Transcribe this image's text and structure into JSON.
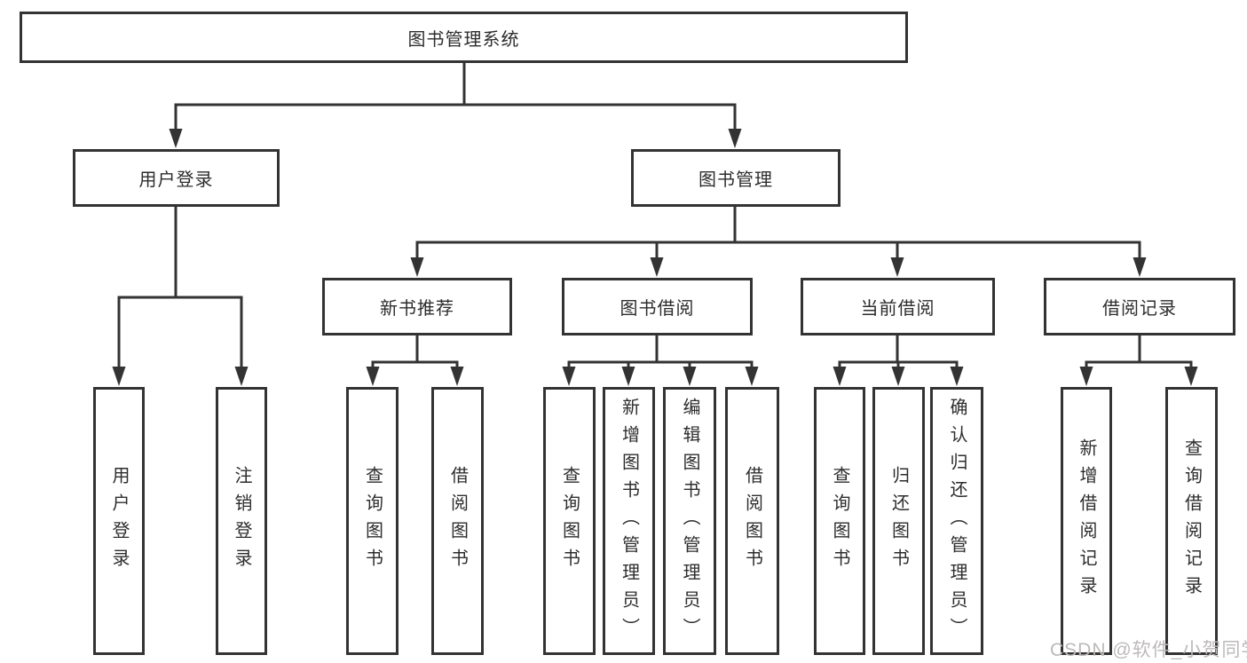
{
  "tree": {
    "label": "图书管理系统",
    "children": [
      {
        "label": "用户登录",
        "children": [
          {
            "label": "用户登录"
          },
          {
            "label": "注销登录"
          }
        ]
      },
      {
        "label": "图书管理",
        "children": [
          {
            "label": "新书推荐",
            "children": [
              {
                "label": "查询图书"
              },
              {
                "label": "借阅图书"
              }
            ]
          },
          {
            "label": "图书借阅",
            "children": [
              {
                "label": "查询图书"
              },
              {
                "label": "新增图书（管理员）"
              },
              {
                "label": "编辑图书（管理员）"
              },
              {
                "label": "借阅图书"
              }
            ]
          },
          {
            "label": "当前借阅",
            "children": [
              {
                "label": "查询图书"
              },
              {
                "label": "归还图书"
              },
              {
                "label": "确认归还（管理员）"
              }
            ]
          },
          {
            "label": "借阅记录",
            "children": [
              {
                "label": "新增借阅记录"
              },
              {
                "label": "查询借阅记录"
              }
            ]
          }
        ]
      }
    ]
  },
  "watermark": {
    "text": "CSDN @软件_小贺同学"
  },
  "colors": {
    "line": "#333333",
    "box_fill": "#ffffff",
    "text": "#2d2d2d",
    "watermark": "#bdb9b9"
  }
}
